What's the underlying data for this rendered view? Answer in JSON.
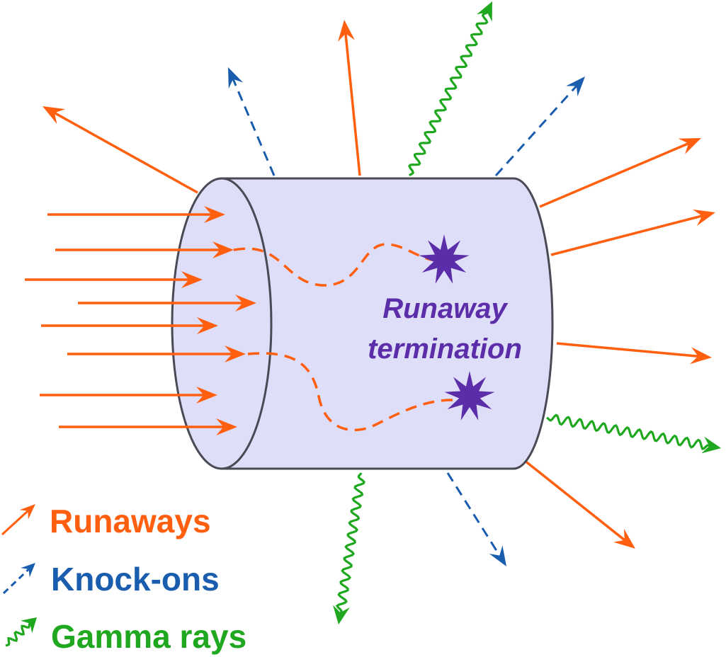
{
  "colors": {
    "runaway": "#FF5F0F",
    "knockon": "#1A5DAE",
    "gamma": "#1FA81F",
    "termination": "#5B2DA8",
    "cylinder_fill": "#DEDEF9",
    "cylinder_stroke": "#4A4A55"
  },
  "termination_label": {
    "line1": "Runaway",
    "line2": "termination"
  },
  "legend": {
    "runaways": "Runaways",
    "knockons": "Knock-ons",
    "gamma": "Gamma rays"
  },
  "icons": [
    "explosion-star-icon",
    "explosion-star-icon"
  ]
}
